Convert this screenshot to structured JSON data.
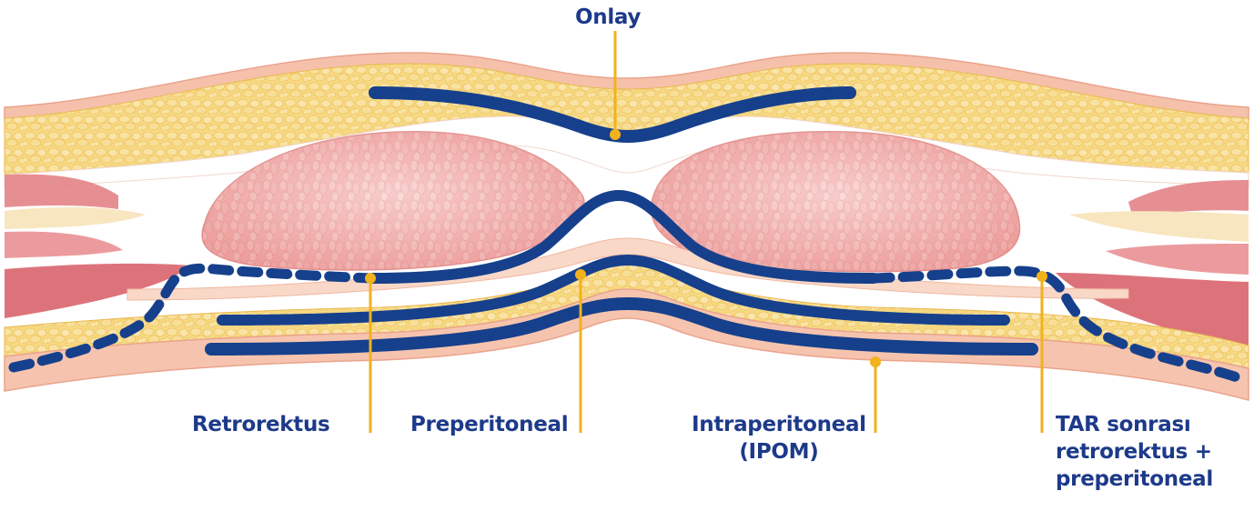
{
  "labels": {
    "onlay": "Onlay",
    "retrorektus": "Retrorektus",
    "preperitoneal": "Preperitoneal",
    "intraperitoneal_line1": "Intraperitoneal",
    "intraperitoneal_line2": "(IPOM)",
    "tar_line1": "TAR sonrası",
    "tar_line2": "retrorektus +",
    "tar_line3": "preperitoneal"
  },
  "colors": {
    "mesh": "#16408c",
    "leader": "#f2b21c",
    "label_text": "#1d3a8a",
    "fat": "#f6d67a",
    "skin": "#f4b7a0",
    "muscle": "#f0a8a8",
    "muscle_dark": "#d9646c",
    "fascia": "#fff6ef"
  }
}
